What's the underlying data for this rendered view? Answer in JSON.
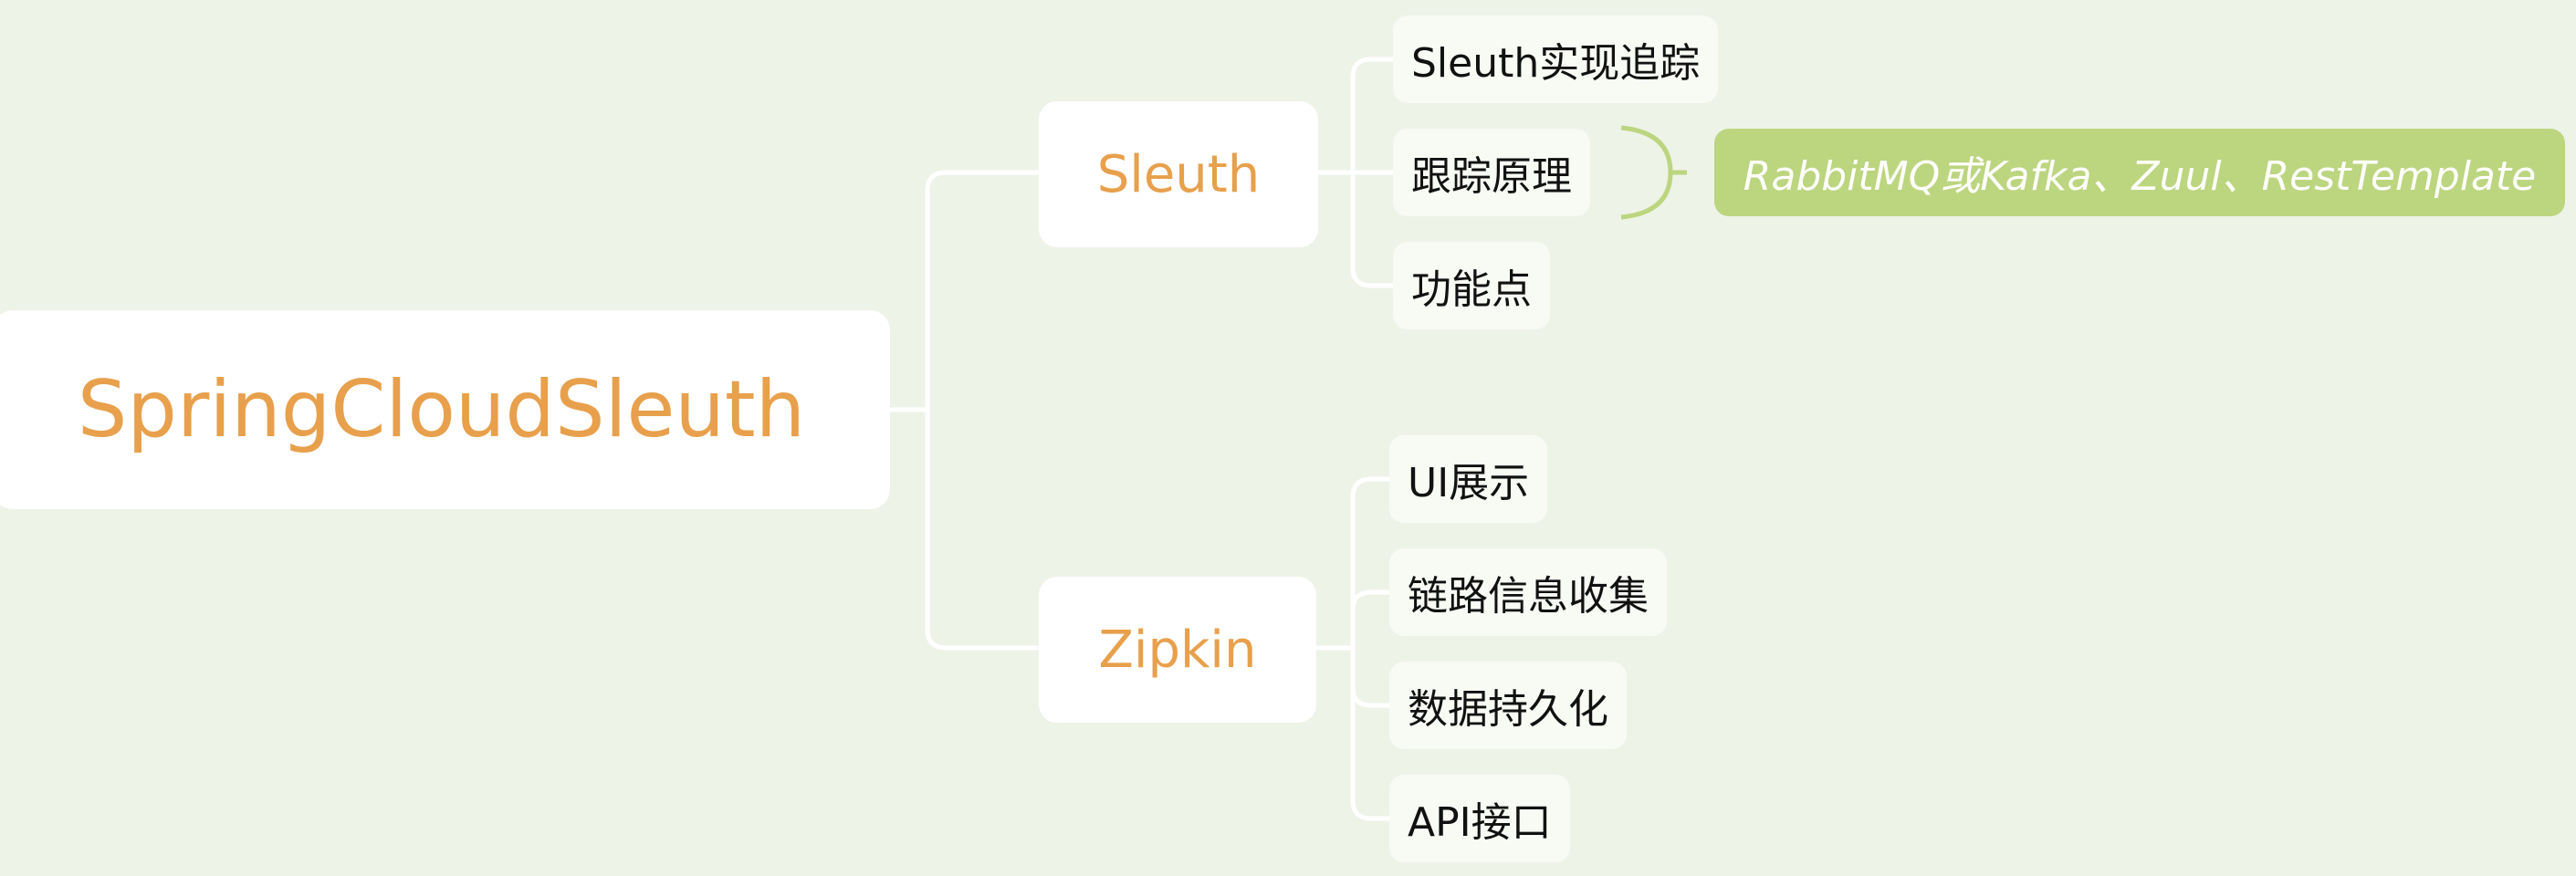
{
  "mindmap": {
    "root": {
      "label": "SpringCloudSleuth"
    },
    "branches": [
      {
        "label": "Sleuth",
        "children": [
          {
            "label": "Sleuth实现追踪"
          },
          {
            "label": "跟踪原理"
          },
          {
            "label": "功能点"
          }
        ],
        "summary": {
          "label": "RabbitMQ或Kafka、Zuul、RestTemplate"
        }
      },
      {
        "label": "Zipkin",
        "children": [
          {
            "label": "UI展示"
          },
          {
            "label": "链路信息收集"
          },
          {
            "label": "数据持久化"
          },
          {
            "label": "API接口"
          }
        ]
      }
    ]
  },
  "colors": {
    "background": "#eef3e8",
    "node_fill": "#ffffff",
    "primary_text": "#e8a04c",
    "connector": "#ffffff",
    "summary_fill": "#bcd57f",
    "summary_bracket": "#bcd57f"
  }
}
